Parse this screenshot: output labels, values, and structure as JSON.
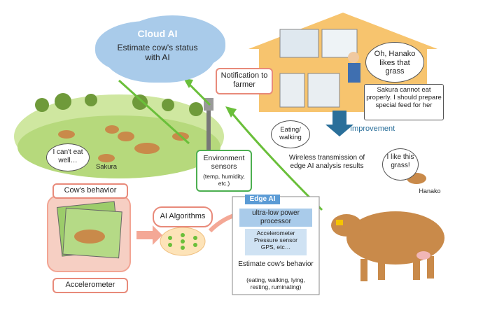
{
  "cloud": {
    "title": "Cloud AI",
    "text": "Estimate cow's status with AI"
  },
  "notification": "Notification to farmer",
  "farmer_speech": "Oh, Hanako likes that grass",
  "farmer_plan": "Sakura cannot eat properly. I should prepare special feed for her",
  "improvement": "Improvement",
  "eating_walking": "Eating/ walking",
  "wireless": "Wireless transmission of edge AI analysis results",
  "env_sensors": {
    "title": "Environment sensors",
    "detail": "(temp, humidity, etc.)"
  },
  "sakura": {
    "speech": "I can't eat well…",
    "name": "Sakura"
  },
  "hanako": {
    "speech": "I like this grass!",
    "name": "Hanako"
  },
  "cow_behavior": "Cow's behavior",
  "accelerometer": "Accelerometer",
  "ai_algorithms": "AI Algorithms",
  "edge_ai": {
    "title": "Edge AI",
    "processor": "ultra-low power processor",
    "sensors": "Accelerometer Pressure sensor GPS, etc…",
    "estimate_title": "Estimate cow's behavior",
    "estimate_detail": "(eating, walking, lying, resting, ruminating)"
  },
  "colors": {
    "cloud": "#a9cbea",
    "house": "#f7c46e",
    "improvement": "#2a6f9a",
    "green_arrow": "#6abf3a",
    "pink": "#f4a896"
  }
}
